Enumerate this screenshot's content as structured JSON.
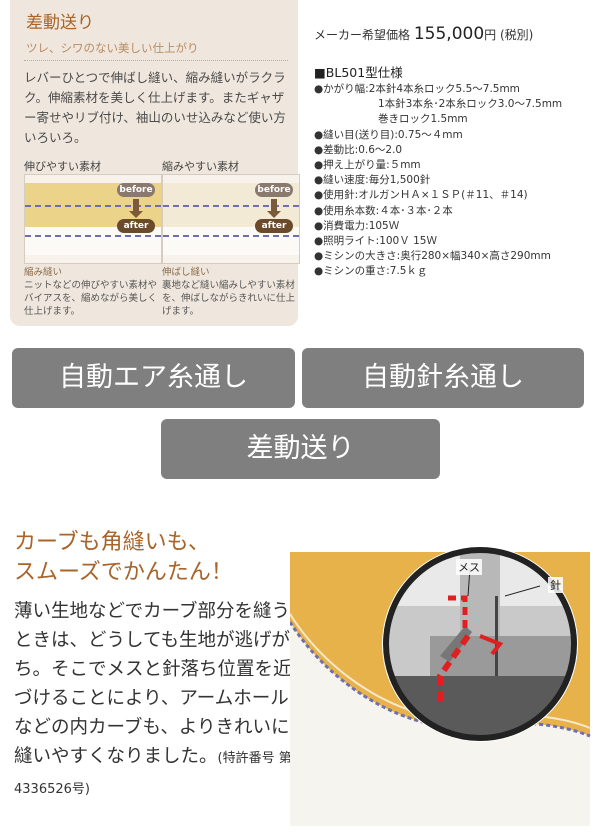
{
  "differential_panel": {
    "title": "差動送り",
    "subtitle": "ツレ、シワのない美しい仕上がり",
    "description": "レバーひとつで伸ばし縫い、縮み縫いがラクラク。伸縮素材を美しく仕上げます。またギャザー寄せやリブ付け、袖山のいせ込みなど使い方いろいろ。",
    "samples": [
      {
        "label": "伸びやすい素材",
        "before_tag": "before",
        "after_tag": "after",
        "caption_title": "縮み縫い",
        "caption": "ニットなどの伸びやすい素材やバイアスを、縮めながら美しく仕上げます。"
      },
      {
        "label": "縮みやすい素材",
        "before_tag": "before",
        "after_tag": "after",
        "caption_title": "伸ばし縫い",
        "caption": "裏地など縫い縮みしやすい素材を、伸ばしながらきれいに仕上げます。"
      }
    ]
  },
  "price": {
    "label": "メーカー希望価格",
    "amount": "155,000",
    "unit": "円",
    "tax": "(税別)"
  },
  "specs": {
    "title": "■BL501型仕様",
    "items": [
      "●かがり幅:2本針4本糸ロック5.5～7.5mm",
      "1本針3本糸･2本糸ロック3.0～7.5mm",
      "巻きロック1.5mm",
      "●縫い目(送り目):0.75～４mm",
      "●差動比:0.6～2.0",
      "●押え上がり量:５mm",
      "●縫い速度:毎分1,500針",
      "●使用針:オルガンＨＡ×１ＳＰ(＃11、＃14)",
      "●使用糸本数:４本･３本･２本",
      "●消費電力:105Ｗ",
      "●照明ライト:100Ｖ 15Ｗ",
      "●ミシンの大きさ:奥行280×幅340×高さ290mm",
      "●ミシンの重さ:7.5ｋｇ"
    ]
  },
  "features": {
    "air_threading": "自動エア糸通し",
    "needle_threading": "自動針糸通し",
    "differential_feed": "差動送り"
  },
  "curve_section": {
    "headline_line1": "カーブも角縫いも、",
    "headline_line2": "スムーズでかんたん！",
    "body": "薄い生地などでカーブ部分を縫うときは、どうしても生地が逃げがち。そこでメスと針落ち位置を近づけることにより、アームホールなどの内カーブも、よりきれいに縫いやすくなりました。",
    "patent": "(特許番号 第4336526号)",
    "label_knife": "メス",
    "label_needle": "針"
  },
  "colors": {
    "accent": "#a8642a",
    "panel_bg": "#efe7dd",
    "button_gray": "#7f7f7f",
    "fabric_yellow": "#e7b24a",
    "stitch_blue": "#6f6fae",
    "marker_red": "#e02020"
  }
}
